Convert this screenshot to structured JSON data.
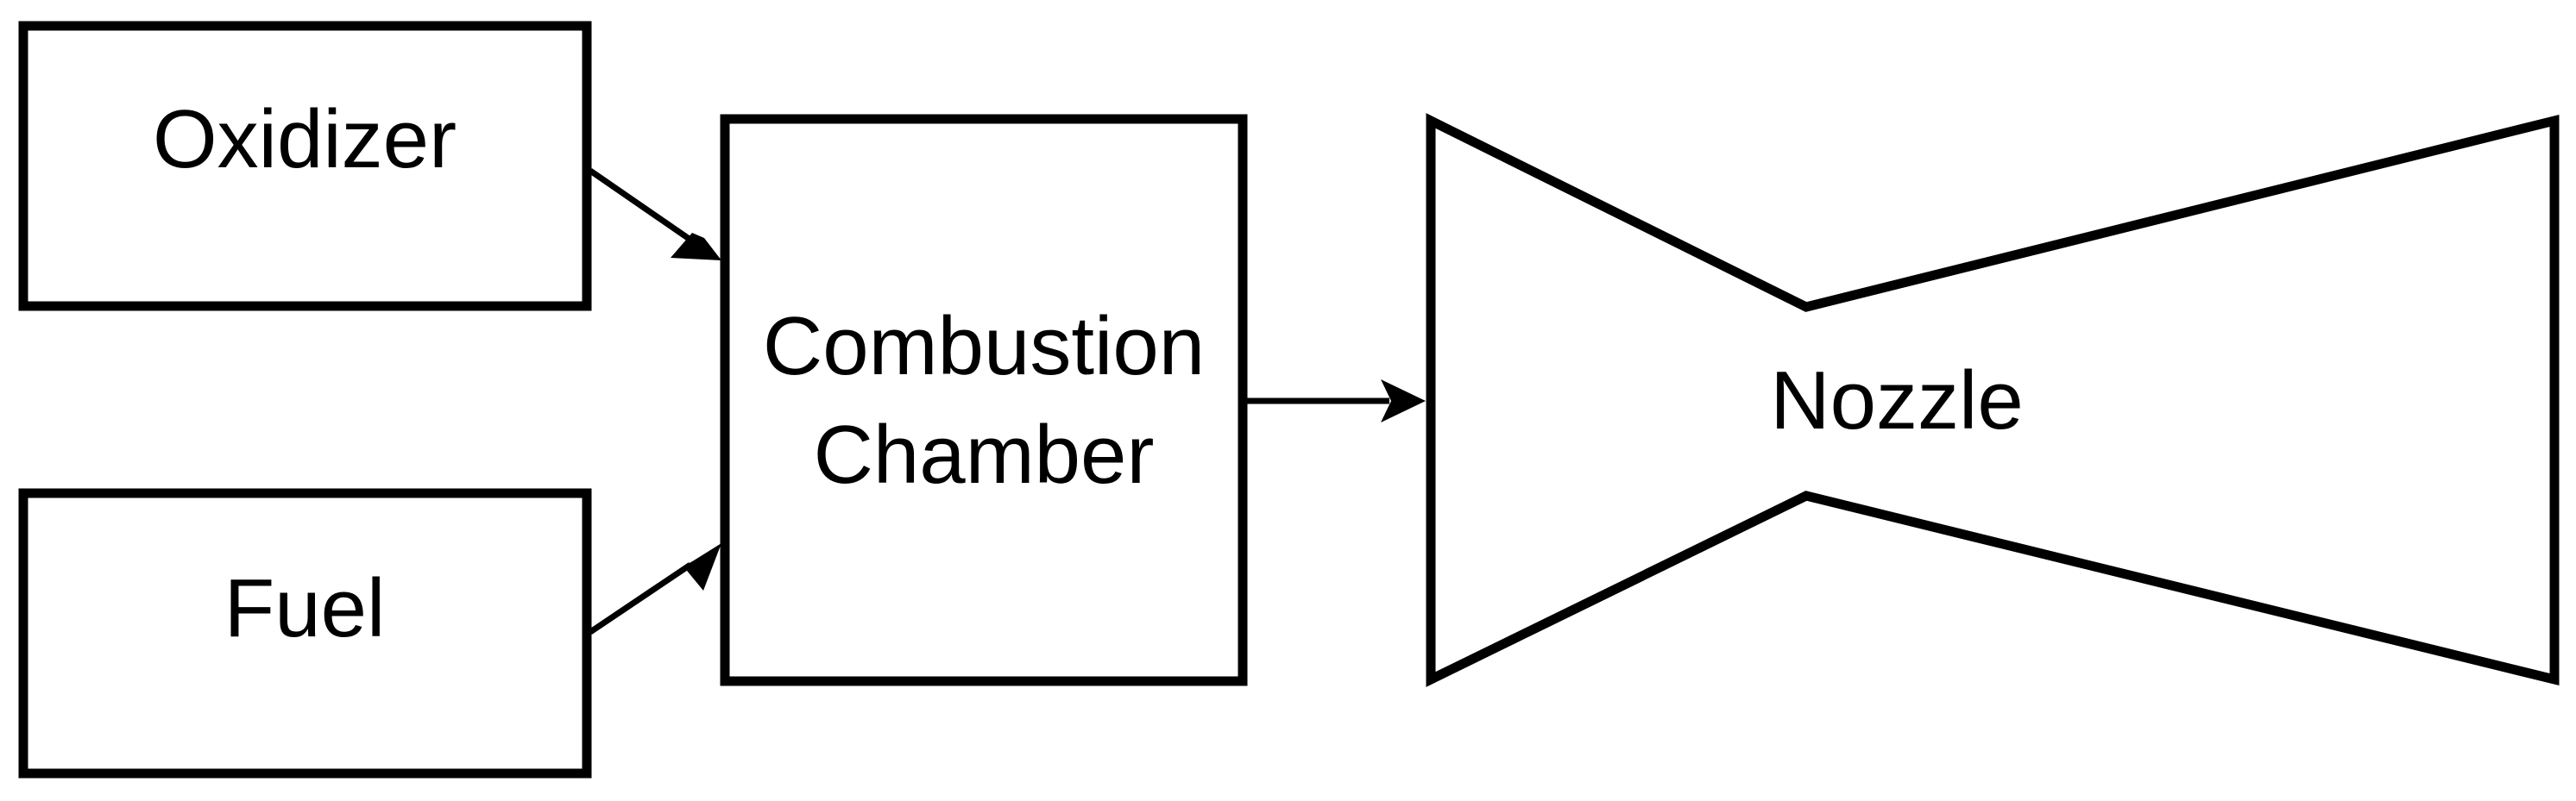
{
  "nodes": {
    "oxidizer": {
      "label": "Oxidizer"
    },
    "fuel": {
      "label": "Fuel"
    },
    "combustion_chamber": {
      "label_line1": "Combustion",
      "label_line2": "Chamber"
    },
    "nozzle": {
      "label": "Nozzle"
    }
  },
  "edges": [
    {
      "from": "Oxidizer",
      "to": "Combustion Chamber"
    },
    {
      "from": "Fuel",
      "to": "Combustion Chamber"
    },
    {
      "from": "Combustion Chamber",
      "to": "Nozzle"
    }
  ],
  "colors": {
    "stroke": "#000000",
    "background": "#ffffff"
  }
}
